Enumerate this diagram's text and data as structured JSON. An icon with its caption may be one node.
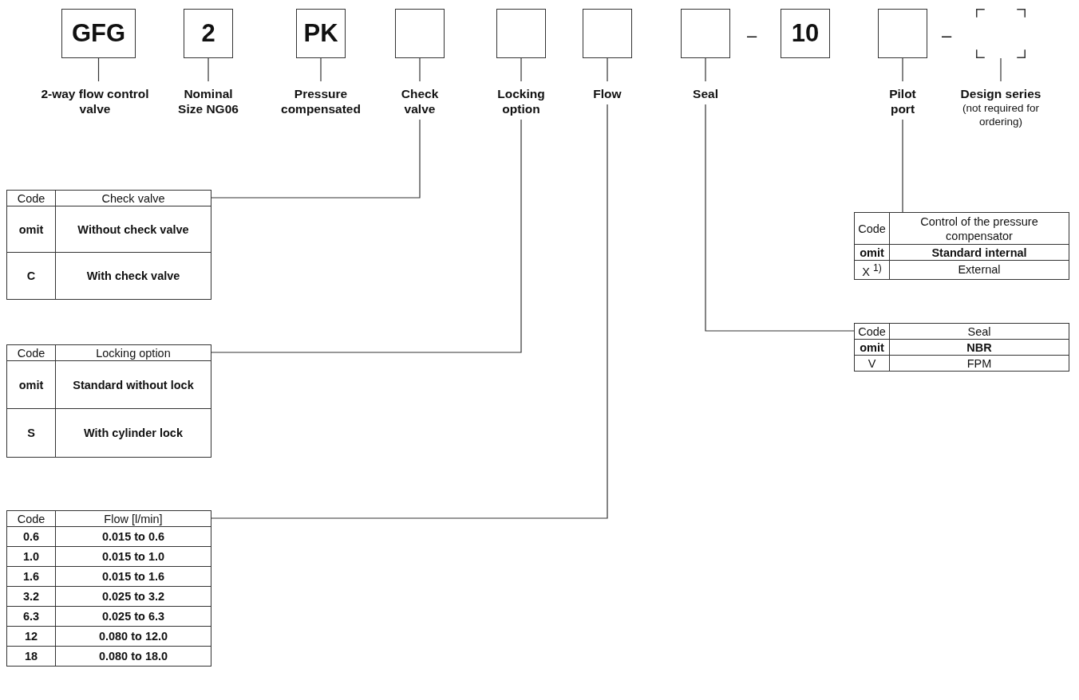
{
  "diagram": {
    "nodes": [
      {
        "text": [
          "GFG"
        ]
      },
      {
        "text": [
          "2"
        ]
      },
      {
        "text": [
          "PK"
        ]
      },
      {
        "text": [],
        "shape": "box"
      },
      {
        "text": [],
        "shape": "box"
      },
      {
        "text": [],
        "shape": "box"
      },
      {
        "text": [],
        "shape": "box"
      },
      {
        "text": [
          "10"
        ]
      },
      {
        "text": [],
        "shape": "box"
      },
      {
        "text": [],
        "shape": "box"
      },
      {
        "text": [
          "2-way flow control valve"
        ]
      },
      {
        "text": [
          "Nominal Size NG06"
        ]
      },
      {
        "text": [
          "Pressure compensated"
        ]
      },
      {
        "text": [
          "Check valve"
        ]
      },
      {
        "text": [
          "Locking option"
        ]
      },
      {
        "text": [
          "Flow"
        ]
      },
      {
        "text": [
          "Seal"
        ]
      },
      {
        "text": [
          "Pilot port"
        ]
      },
      {
        "text": [
          "Design series",
          "(not required for ordering)"
        ]
      },
      {
        "text": [
          "Code",
          "Check valve",
          "omit",
          "Without check valve",
          "C",
          "With check valve"
        ]
      },
      {
        "text": [
          "Code",
          "Control of the pressure compensator",
          "omit",
          "Standard internal",
          "X $^{1)}$",
          "External"
        ]
      },
      {
        "text": [
          "Code",
          "Seal",
          "omit",
          "NBR",
          "V",
          "FPM"
        ]
      },
      {
        "text": [
          "Code",
          "Locking option",
          "omit",
          "Standard without lock",
          "S",
          "With cylinder lock"
        ]
      },
      {
        "text": [
          "Code",
          "Flow [l/min]",
          "0.6",
          "0.015 to 0.6",
          "1.0",
          "0.015 to 1.0",
          "1.6",
          "0.015 to 1.6",
          "3.2",
          "0.025 to 3.2",
          "6.3",
          "0.025 to 6.3",
          "12",
          "0.080 to 12.0",
          "18",
          "0.080 to 18.0"
        ]
      }
    ],
    "edges": [
      {
        "from": 0,
        "to": 10,
        "arrow": "none"
      },
      {
        "from": 1,
        "to": 11,
        "arrow": "none"
      },
      {
        "from": 2,
        "to": 12,
        "arrow": "none"
      },
      {
        "from": 3,
        "to": 13,
        "arrow": "none"
      },
      {
        "from": 4,
        "to": 14,
        "arrow": "none"
      },
      {
        "from": 5,
        "to": 15,
        "arrow": "none"
      },
      {
        "from": 6,
        "to": 16,
        "arrow": "none"
      },
      {
        "from": 8,
        "to": 17,
        "arrow": "none"
      },
      {
        "from": 9,
        "to": 18,
        "arrow": "none"
      },
      {
        "from": 13,
        "to": 19,
        "arrow": "none"
      },
      {
        "from": 17,
        "to": 20,
        "arrow": "none"
      },
      {
        "from": 16,
        "to": 21,
        "arrow": "none"
      },
      {
        "from": 14,
        "to": 22,
        "arrow": "none"
      },
      {
        "from": 15,
        "to": 23,
        "arrow": "none"
      }
    ],
    "labels": [
      "–",
      "–"
    ]
  }
}
